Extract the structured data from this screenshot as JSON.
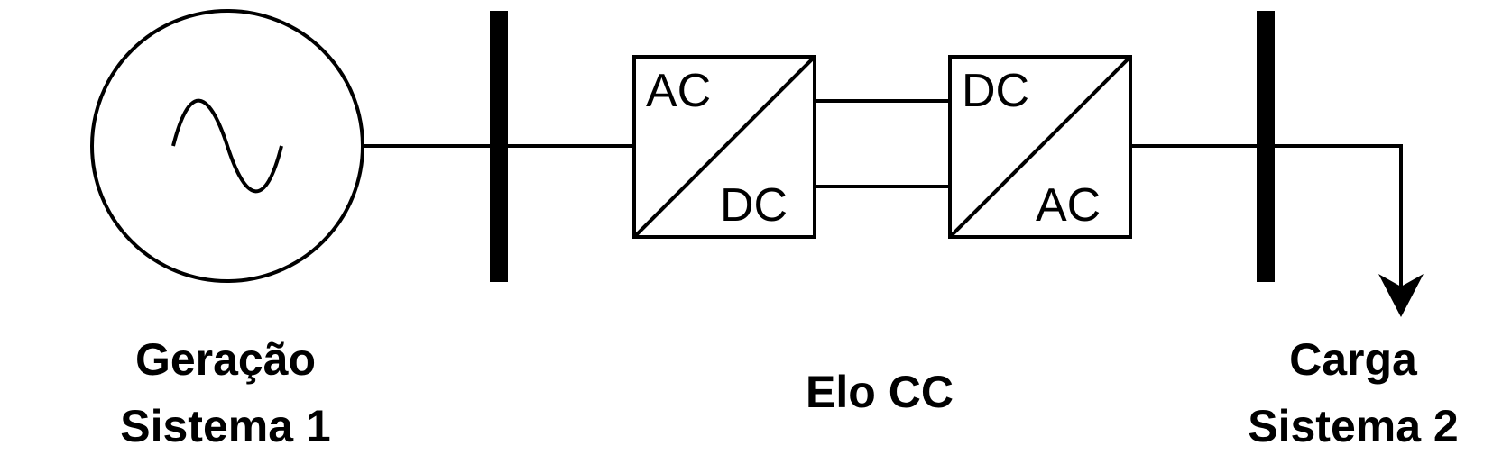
{
  "generator": {
    "icon": "ac-sine-source-icon",
    "caption_line1": "Geração",
    "caption_line2": "Sistema 1"
  },
  "converter_rectifier": {
    "top_label": "AC",
    "bottom_label": "DC"
  },
  "converter_inverter": {
    "top_label": "DC",
    "bottom_label": "AC"
  },
  "dc_link": {
    "caption": "Elo CC"
  },
  "load": {
    "icon": "load-arrow-icon",
    "caption_line1": "Carga",
    "caption_line2": "Sistema 2"
  },
  "colors": {
    "line": "#000000",
    "background": "#ffffff"
  }
}
